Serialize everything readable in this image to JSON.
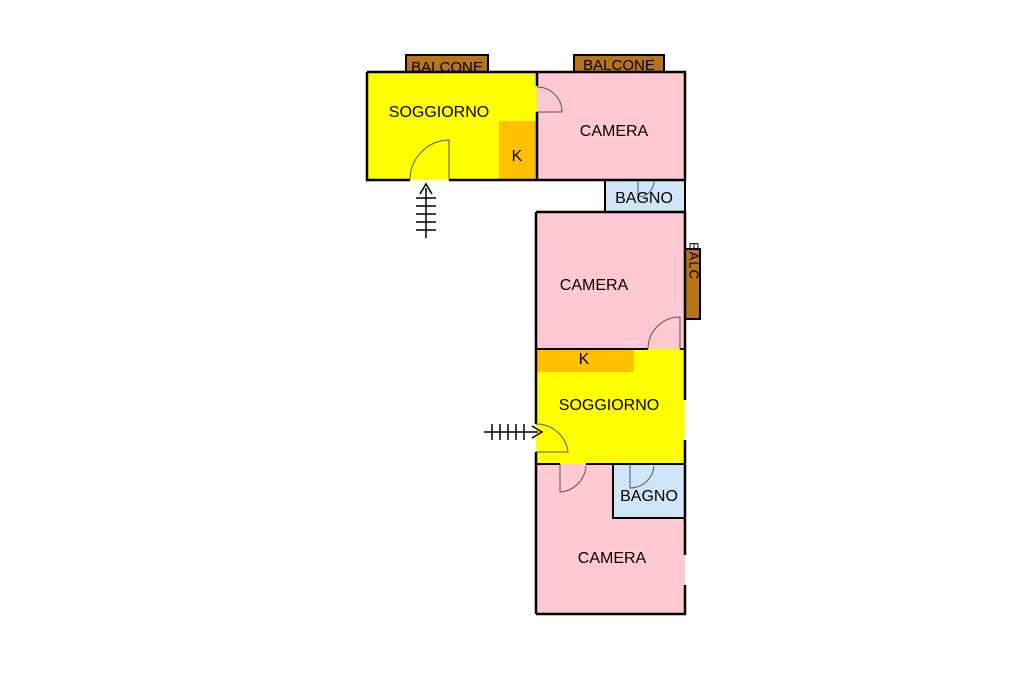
{
  "floorplan": {
    "labels": {
      "balcone_1": "BALCONE",
      "balcone_2": "BALCONE",
      "balcone_side": "BALC",
      "soggiorno_1": "SOGGIORNO",
      "soggiorno_2": "SOGGIORNO",
      "camera_1": "CAMERA",
      "camera_2": "CAMERA",
      "camera_3": "CAMERA",
      "kitchen_1": "K",
      "kitchen_2": "K",
      "bagno_1": "BAGNO",
      "bagno_2": "BAGNO"
    },
    "colors": {
      "living": "#ffff00",
      "kitchen": "#ffc000",
      "bedroom": "#ffc8d2",
      "bathroom": "#d0e6f8",
      "balcony": "#b8741a",
      "wall": "#000000"
    }
  }
}
